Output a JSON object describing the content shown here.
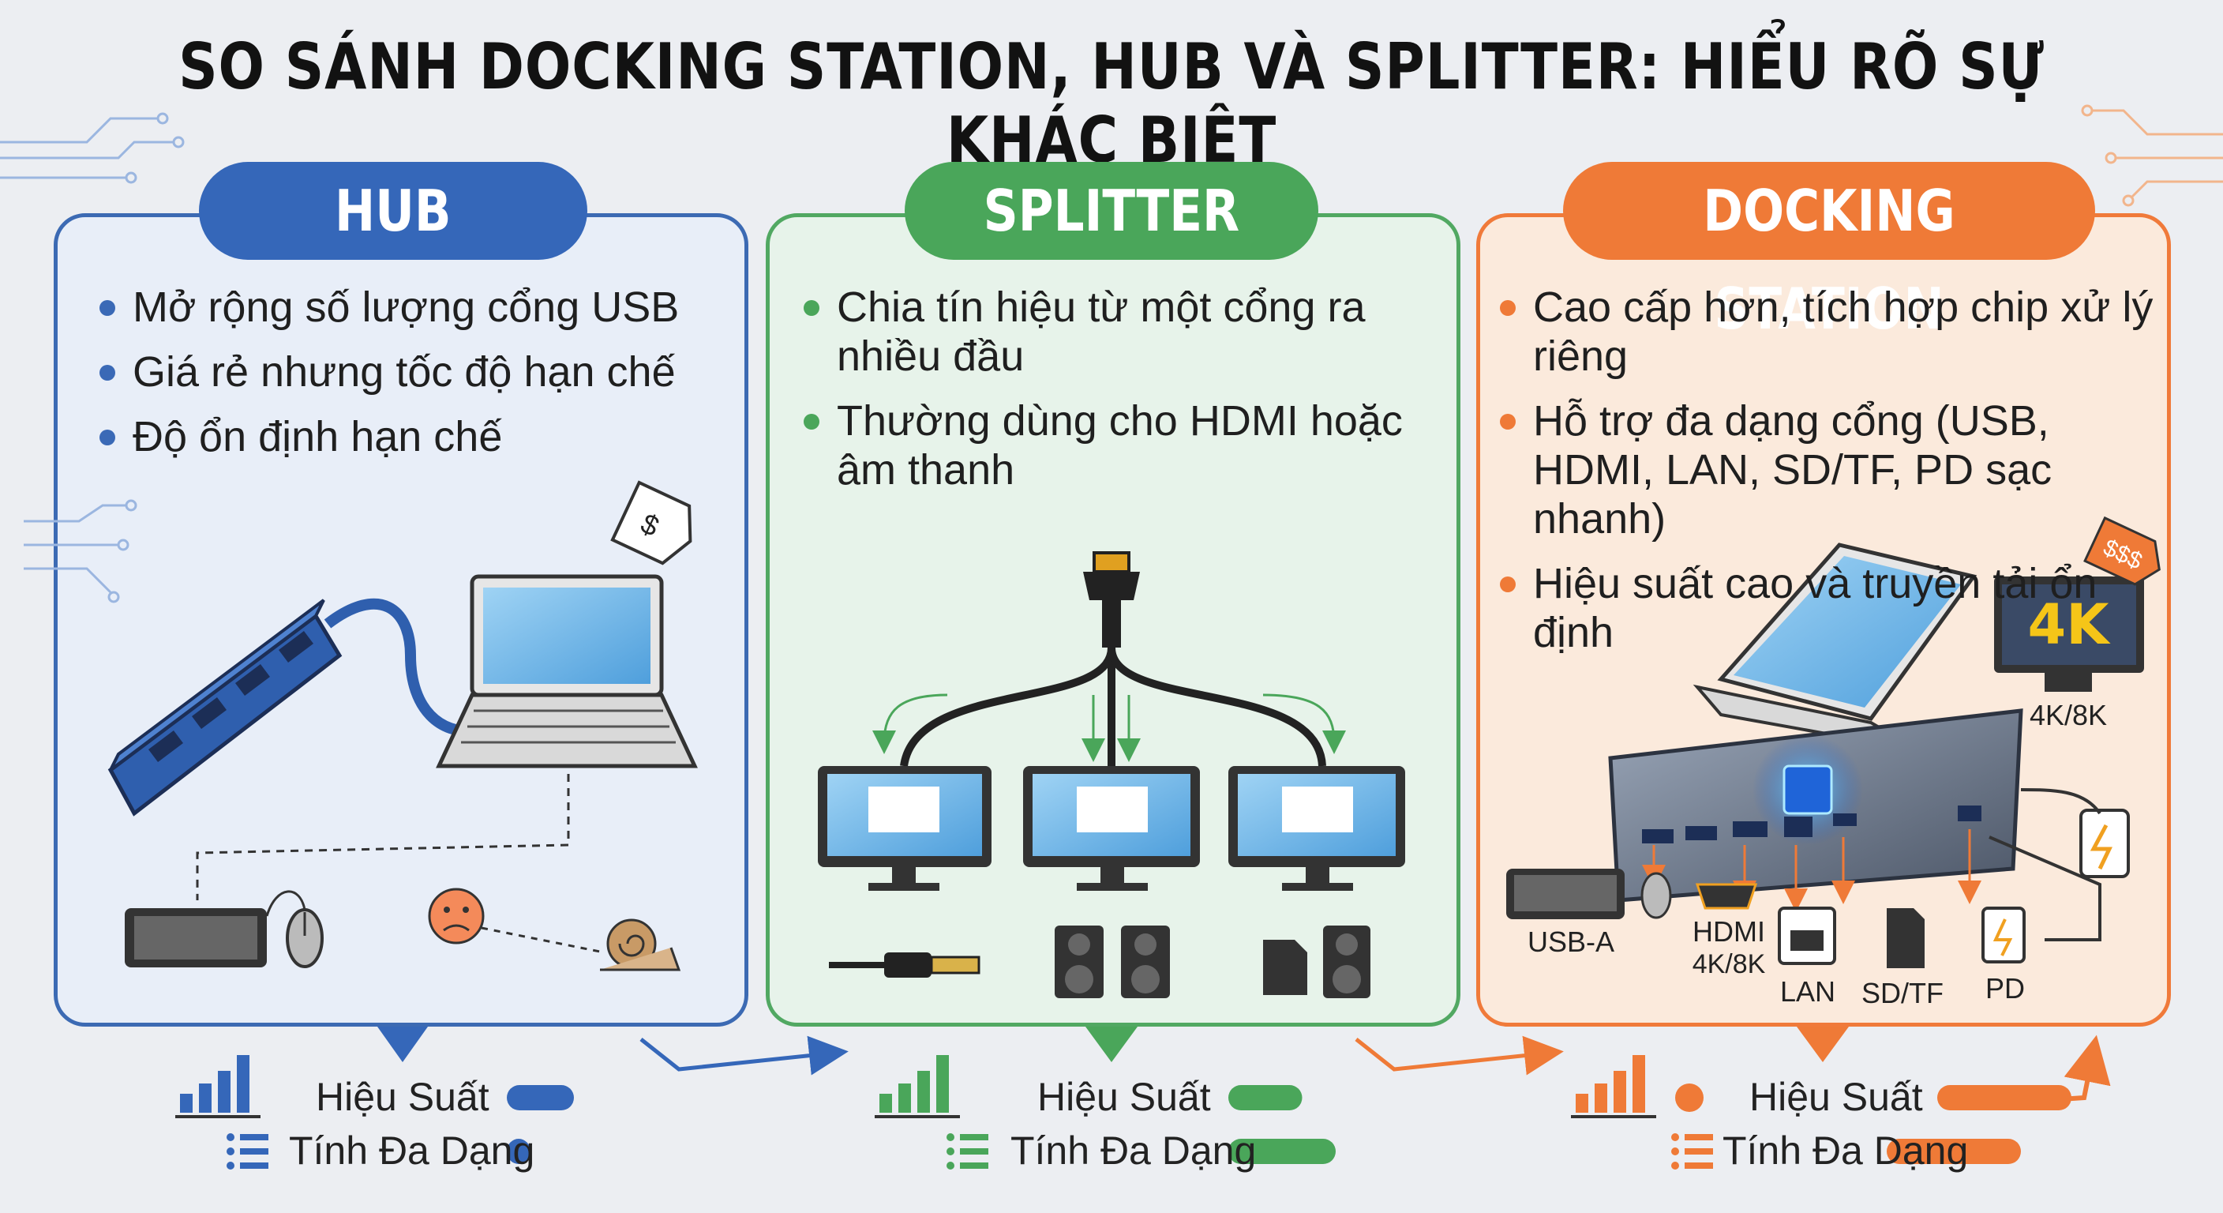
{
  "title": "SO SÁNH DOCKING STATION, HUB VÀ SPLITTER: HIỂU RÕ SỰ KHÁC BIỆT",
  "panels": {
    "hub": {
      "name": "HUB",
      "color": "#3567b9",
      "bullets": [
        "Mở rộng số lượng cổng USB",
        "Giá rẻ nhưng tốc độ hạn chế",
        "Độ ổn định hạn chế"
      ]
    },
    "splitter": {
      "name": "SPLITTER",
      "color": "#4aa65a",
      "bullets": [
        "Chia tín hiệu từ một cổng ra nhiều đầu",
        "Thường dùng cho HDMI hoặc âm thanh"
      ]
    },
    "dock": {
      "name": "DOCKING STATION",
      "color": "#ef7a37",
      "bullets": [
        "Cao cấp hơn, tích hợp chip xử lý riêng",
        "Hỗ trợ đa dạng cổng (USB, HDMI, LAN, SD/TF, PD sạc nhanh)",
        "Hiệu suất cao và truyền tải ổn định"
      ],
      "monitor_badge": "4K",
      "port_labels": {
        "usb": "USB-A",
        "hdmi": "HDMI",
        "hdmi_res": "4K/8K",
        "lan": "LAN",
        "sd": "SD/TF",
        "pd": "PD",
        "monitor_res": "4K/8K"
      }
    }
  },
  "legend": {
    "performance_label": "Hiệu Suất",
    "versatility_label": "Tính Đa Dạng",
    "hub": {
      "performance": 0.5,
      "versatility": 0.1
    },
    "splitter": {
      "performance": 0.55,
      "versatility": 0.8
    },
    "dock": {
      "performance": 1.0,
      "versatility": 1.0
    }
  }
}
